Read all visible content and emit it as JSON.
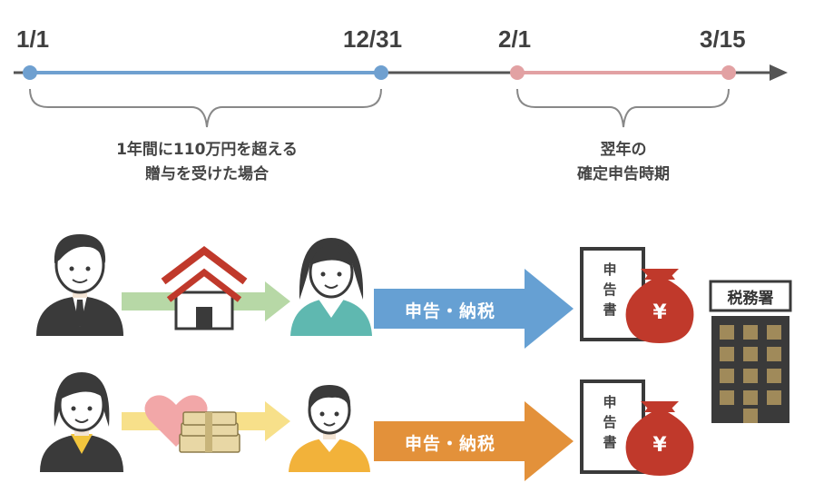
{
  "timeline": {
    "dates": [
      "1/1",
      "12/31",
      "2/1",
      "3/15"
    ],
    "gift_period_caption": [
      "1年間に110万円を超える",
      "贈与を受けた場合"
    ],
    "filing_period_caption": [
      "翌年の",
      "確定申告時期"
    ],
    "gift_period_color": "#6fa0d0",
    "filing_period_color": "#e2a1a3"
  },
  "rows": [
    {
      "arrow_label": "申告・納税",
      "arrow_color": "#66a0d3",
      "document_chars": [
        "申",
        "告",
        "書"
      ],
      "bag_symbol": "¥",
      "giver_icon": "man-icon",
      "gift_icon": "house-icon",
      "receiver_icon": "woman-icon"
    },
    {
      "arrow_label": "申告・納税",
      "arrow_color": "#e3913a",
      "document_chars": [
        "申",
        "告",
        "書"
      ],
      "bag_symbol": "¥",
      "giver_icon": "woman-icon",
      "gift_icon": "heart-money-icon",
      "receiver_icon": "boy-icon"
    }
  ],
  "tax_office": {
    "label": "税務署",
    "building_color": "#a08a5a"
  }
}
